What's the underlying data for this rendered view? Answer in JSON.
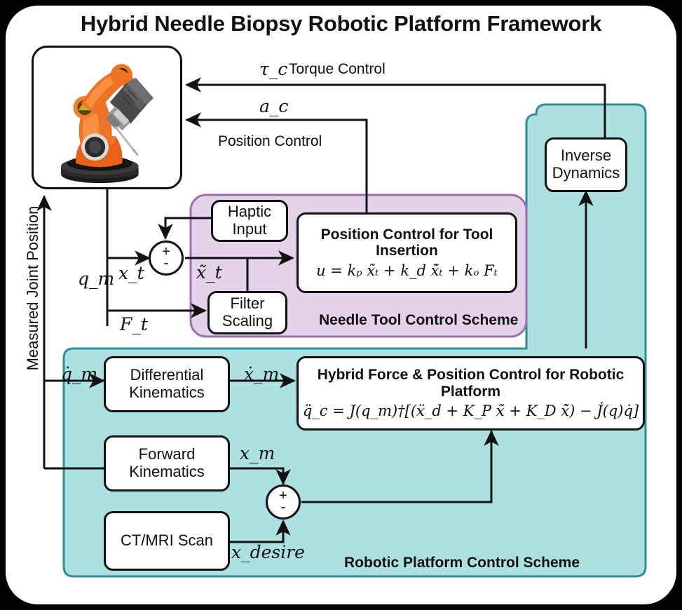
{
  "title": "Hybrid Needle Biopsy Robotic Platform Framework",
  "regions": {
    "needle_scheme_label": "Needle Tool Control Scheme",
    "platform_scheme_label": "Robotic Platform Control Scheme",
    "needle_scheme_color": "#e3d2e9",
    "platform_scheme_color": "#ade0e0",
    "needle_border_color": "#9c6fae",
    "platform_border_color": "#2e8f94"
  },
  "nodes": {
    "robot": {
      "name": "robot-arm-image"
    },
    "inverse_dynamics": {
      "line1": "Inverse",
      "line2": "Dynamics"
    },
    "haptic_input": {
      "line1": "Haptic",
      "line2": "Input"
    },
    "filter_scaling": {
      "line1": "Filter",
      "line2": "Scaling"
    },
    "position_control_tool": {
      "line1": "Position Control for Tool",
      "line2": "Insertion",
      "equation": "u = kₚ x̃ₜ + k_d ẋ̃ₜ + kₒ Fₜ"
    },
    "differential_kinematics": {
      "line1": "Differential",
      "line2": "Kinematics"
    },
    "forward_kinematics": {
      "line1": "Forward",
      "line2": "Kinematics"
    },
    "ct_mri_scan": {
      "line1": "CT/MRI Scan"
    },
    "hybrid_control": {
      "line1": "Hybrid Force & Position Control for Robotic",
      "line2": "Platform",
      "equation": "q̈_c = J(q_m)†[(ẍ_d + K_P x̃ + K_D ẋ̃) − J̇(q)q̇]"
    }
  },
  "signals": {
    "torque_symbol": "τ_c",
    "torque_label": "Torque Control",
    "accel_symbol": "a_c",
    "position_label": "Position Control",
    "measured_joint_position": "Measured Joint Position",
    "q_m": "q_m",
    "x_t": "x_t",
    "F_t": "F_t",
    "x_tilde_t": "x̃_t",
    "qdot_m": "q̇_m",
    "xdot_m": "ẋ_m",
    "x_m": "x_m",
    "x_desire": "x_desire"
  },
  "junctions": {
    "plus": "+",
    "minus": "-"
  }
}
